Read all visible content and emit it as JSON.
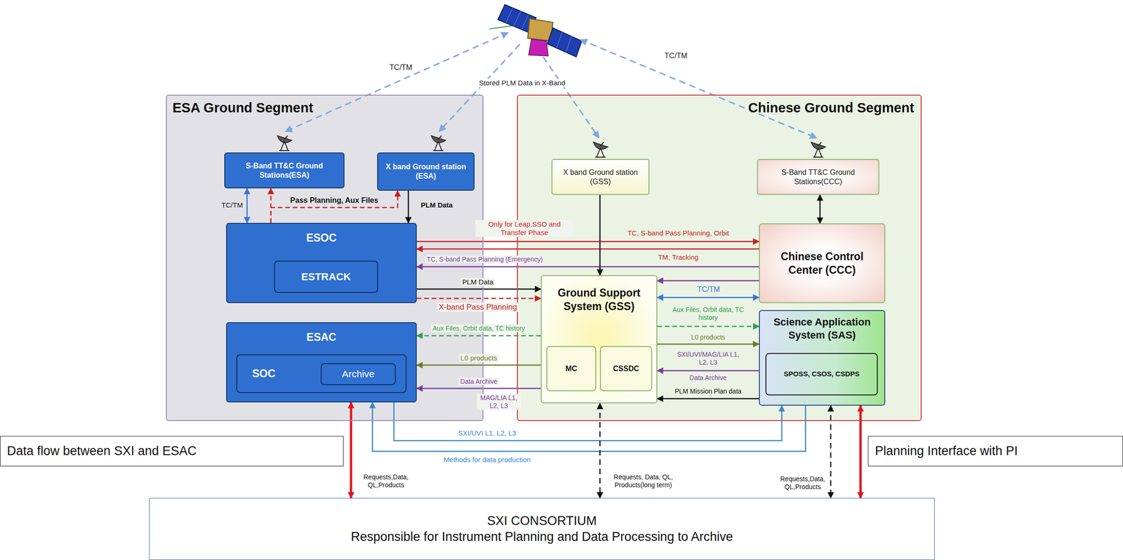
{
  "diagram": {
    "nodes": [
      {
        "text": [
          "ESA Ground Segment"
        ]
      },
      {
        "text": [
          "S-Band TT&C Ground Stations(ESA)"
        ],
        "in": 0
      },
      {
        "text": [
          "X band Ground station (ESA)"
        ],
        "in": 0
      },
      {
        "text": [
          "ESOC"
        ],
        "in": 0
      },
      {
        "text": [
          "ESTRACK"
        ],
        "in": 3
      },
      {
        "text": [
          "ESAC"
        ],
        "in": 0
      },
      {
        "text": [
          "SOC"
        ],
        "in": 5
      },
      {
        "text": [
          "Archive"
        ],
        "in": 6
      },
      {
        "text": [
          "Chinese Ground Segment"
        ]
      },
      {
        "text": [
          "X band Ground station (GSS)"
        ],
        "in": 8
      },
      {
        "text": [
          "S-Band TT&C Ground Stations(CCC)"
        ],
        "in": 8
      },
      {
        "text": [
          "Chinese Control Center (CCC)"
        ],
        "in": 8
      },
      {
        "text": [
          "Ground Support System (GSS)"
        ],
        "in": 8
      },
      {
        "text": [
          "MC"
        ],
        "in": 12
      },
      {
        "text": [
          "CSSDC"
        ],
        "in": 12
      },
      {
        "text": [
          "Science Application System (SAS)"
        ],
        "in": 8
      },
      {
        "text": [
          "SPOSS, CSOS, CSDPS"
        ],
        "in": 15
      },
      {
        "text": [
          "SXI CONSORTIUM",
          "Responsible for Instrument Planning and Data Processing to Archive"
        ]
      },
      {
        "text": [
          "Data flow between SXI and ESAC"
        ]
      },
      {
        "text": [
          "Planning Interface with PI"
        ]
      }
    ],
    "edges": [
      {
        "from": 1,
        "to": 3,
        "arrow": "both",
        "label": "TC/TM"
      },
      {
        "from": 3,
        "to": 1,
        "arrow": "to"
      },
      {
        "from": 3,
        "to": 2,
        "arrow": "to",
        "label": "Pass Planning, Aux Files"
      },
      {
        "from": 2,
        "to": 3,
        "arrow": "to",
        "label": "PLM Data"
      },
      {
        "from": 3,
        "to": 11,
        "arrow": "to",
        "label": "TC, S-band Pass Planning, Orbit"
      },
      {
        "from": 11,
        "to": 3,
        "arrow": "to",
        "label": "TM, Tracking"
      },
      {
        "from": 11,
        "to": 3,
        "arrow": "to",
        "label": "TC, S-band Pass Planning (Emergency)"
      },
      {
        "from": 3,
        "to": 12,
        "arrow": "to",
        "label": "PLM Data"
      },
      {
        "from": 3,
        "to": 12,
        "arrow": "to",
        "label": "X-band Pass Planning"
      },
      {
        "from": 12,
        "to": 5,
        "arrow": "to",
        "label": "Aux Files, Orbit data, TC history"
      },
      {
        "from": 12,
        "to": 5,
        "arrow": "to",
        "label": "L0 products"
      },
      {
        "from": 12,
        "to": 5,
        "arrow": "to",
        "label": "Data Archive"
      },
      {
        "from": 9,
        "to": 12,
        "arrow": "to"
      },
      {
        "from": 10,
        "to": 11,
        "arrow": "both"
      },
      {
        "from": 11,
        "to": 12,
        "arrow": "to"
      },
      {
        "from": 12,
        "to": 11,
        "arrow": "both",
        "label": "TC/TM"
      },
      {
        "from": 12,
        "to": 15,
        "arrow": "to",
        "label": "Aux Files, Orbit data, TC history"
      },
      {
        "from": 12,
        "to": 15,
        "arrow": "to",
        "label": "L0 products"
      },
      {
        "from": 15,
        "to": 12,
        "arrow": "to",
        "label": "SXI/UVI/MAG/LIA L1, L2, L3"
      },
      {
        "from": 15,
        "to": 12,
        "arrow": "to",
        "label": "PLM Mission Plan data"
      },
      {
        "from": 5,
        "to": 15,
        "arrow": "to",
        "label": "SXI/UVI L1, L2, L3"
      },
      {
        "from": 15,
        "to": 5,
        "arrow": "to",
        "label": "Methods for data production"
      },
      {
        "from": 5,
        "to": 17,
        "arrow": "both",
        "label": "Requests,Data, QL,Products"
      },
      {
        "from": 12,
        "to": 17,
        "arrow": "both",
        "label": "Requests, Data, QL, Products(long term)"
      },
      {
        "from": 15,
        "to": 17,
        "arrow": "both",
        "label": "Requests,Data, QL,Products"
      },
      {
        "from": 15,
        "to": 17,
        "arrow": "both"
      }
    ],
    "labels": [
      "TC/TM",
      "Stored PLM Data in X-Band",
      "TC/TM",
      "Only for Leap,SSO and Transfer Phase",
      "MAG/LIA L1, L2, L3",
      "Data Archive"
    ]
  }
}
